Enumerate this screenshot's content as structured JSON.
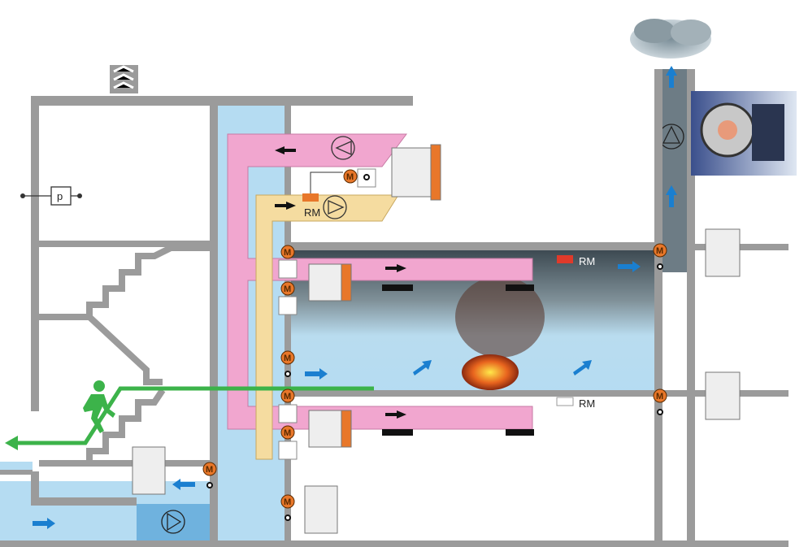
{
  "diagram": {
    "pressure_sensor_label": "p",
    "motor_label": "M",
    "smoke_detector_label": "RM",
    "colors": {
      "wall": "#9b9b9b",
      "exhaust_duct": "#f1a6cf",
      "supply_duct": "#f5dca0",
      "stairwell_air": "#b5dcf2",
      "motor": "#e8772a",
      "escape_route": "#3cb34a",
      "airflow_arrow": "#1a7fd0"
    }
  }
}
